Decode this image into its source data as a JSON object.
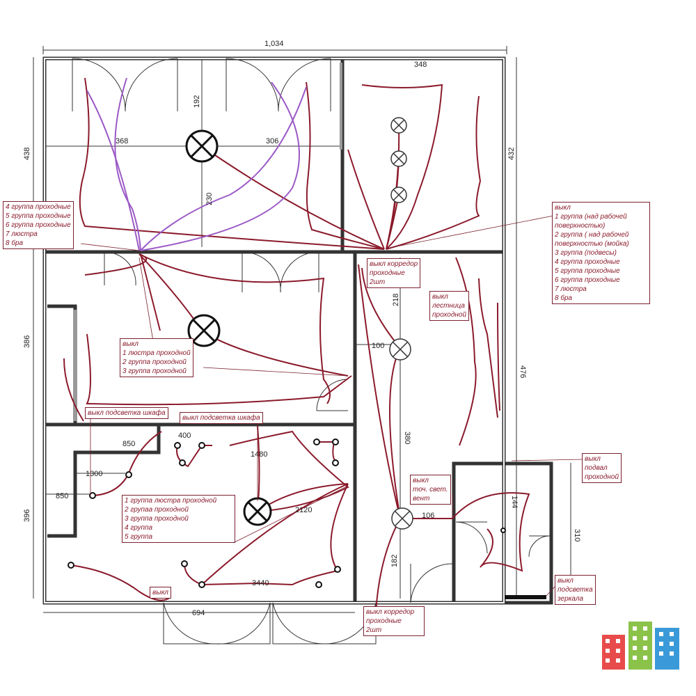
{
  "dimensions": {
    "total_width": "1,034",
    "top_right_room": "348",
    "left_height_top": "438",
    "right_height_top": "432",
    "center_vertical": "192",
    "left_horizontal": "368",
    "right_horizontal": "306",
    "center_vertical_2": "230",
    "middle_left_height": "386",
    "corridor_218": "218",
    "corridor_100": "100",
    "right_476": "476",
    "corridor_380": "380",
    "bottom_850_a": "850",
    "bottom_1300": "1300",
    "bottom_850_b": "850",
    "left_396": "396",
    "bottom_400": "400",
    "bottom_1480": "1480",
    "bottom_2120": "2120",
    "bottom_3440": "3440",
    "bottom_694": "694",
    "corridor_106": "106",
    "bath_144": "144",
    "bath_310": "310",
    "corridor_182": "182"
  },
  "notes": {
    "groups_left": [
      "4 группа проходные",
      "5 группа проходные",
      "6 группа проходные",
      "7 люстра",
      "8 бра"
    ],
    "groups_right": [
      "выкл",
      "1 группа (над рабочей",
      "поверхностью)",
      "2 группа ( над рабочей",
      "поверхностью (мойка)",
      "3 группа (подвесы)",
      "4 группа проходные",
      "5 группа проходные",
      "6 группа проходные",
      "7 люстра",
      "8 бра"
    ],
    "corridor_top": [
      "выкл корредор",
      "проходные",
      "2шт"
    ],
    "stairs": [
      "выкл",
      "лестница",
      "проходной"
    ],
    "middle_room": [
      "выкл",
      "1 люстра проходной",
      "2 группа проходной",
      "3 группа проходной"
    ],
    "wardrobe_a": [
      "выкл подсветка шкафа"
    ],
    "wardrobe_b": [
      "выкл подсветка шкафа"
    ],
    "basement": [
      "выкл",
      "подвал",
      "проходной"
    ],
    "spot_vent": [
      "выкл",
      "точ. свет.",
      "вент"
    ],
    "living_groups": [
      "1 группа люстра проходной",
      "2 групаа проходной",
      "3 группа проходной",
      "4 группа",
      "5 группа"
    ],
    "switch_small": [
      "выкл"
    ],
    "corridor_bottom": [
      "выкл корредор",
      "проходные",
      "2шт"
    ],
    "mirror": [
      "выкл",
      "подсветка",
      "зеркала"
    ]
  },
  "colors": {
    "wire": "#8b1a2b",
    "wire_alt": "#9b59c6",
    "wall": "#333333",
    "note_text": "#8a1a2a"
  },
  "logo": {
    "colors": [
      "#e84b4b",
      "#8bc34a",
      "#3a9ad9"
    ]
  }
}
